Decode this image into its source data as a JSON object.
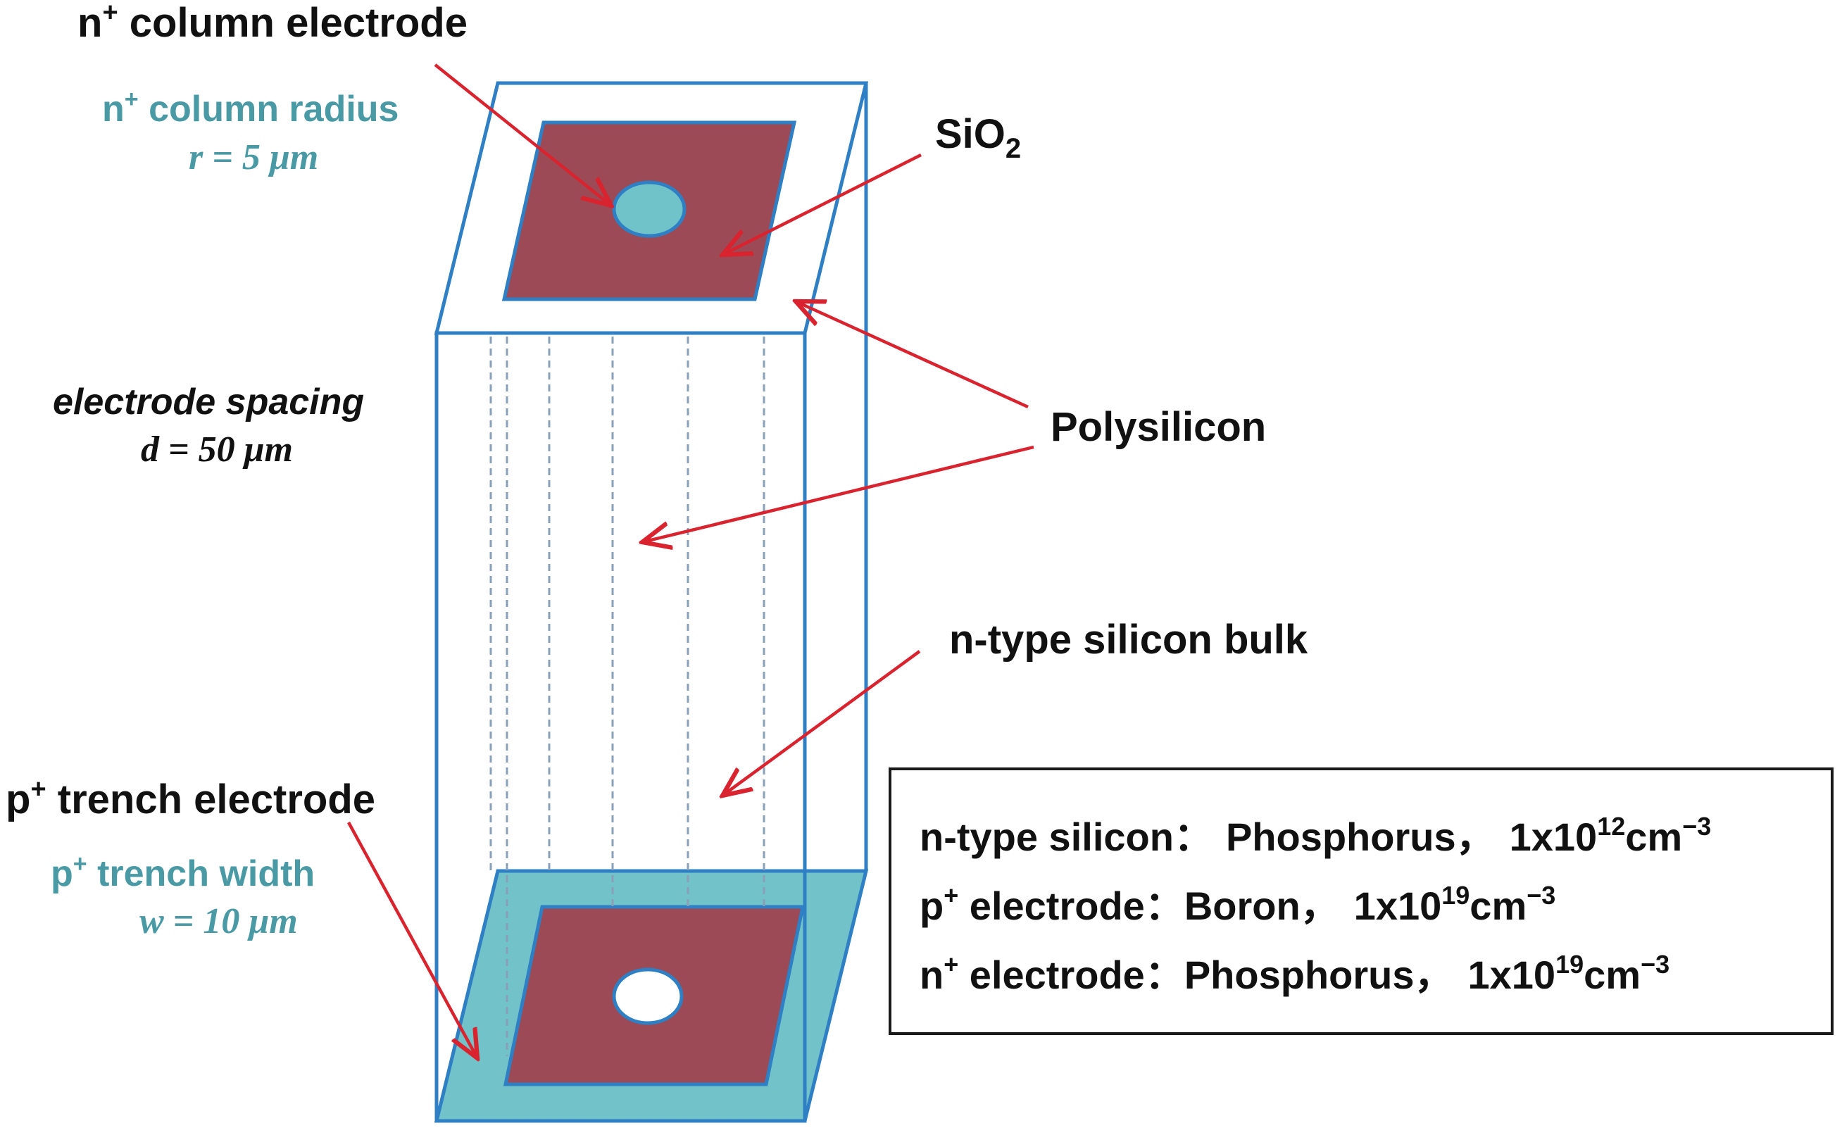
{
  "labels": {
    "n_column_electrode": {
      "main": "n",
      "sup": "+",
      "rest": " column electrode"
    },
    "n_column_radius": {
      "main": "n",
      "sup": "+",
      "rest": " column radius",
      "value": "r = 5  μm"
    },
    "sio2": {
      "main": "SiO",
      "sub": "2"
    },
    "polysilicon": "Polysilicon",
    "electrode_spacing": {
      "title": "electrode spacing",
      "value": "d = 50 μm"
    },
    "n_type_bulk": "n-type silicon bulk",
    "p_trench_electrode": {
      "main": "p",
      "sup": "+",
      "rest": " trench electrode"
    },
    "p_trench_width": {
      "main": "p",
      "sup": "+",
      "rest": " trench width",
      "value": "w = 10 μm"
    }
  },
  "legend": [
    {
      "pre": "n-type silicon",
      "mark": "",
      "material": "Phosphorus，",
      "conc": "1x10",
      "exp": "12",
      "unit": "cm",
      "unit_exp": "−3"
    },
    {
      "pre": "p",
      "mark": "+",
      "pre2": " electrode",
      "material": "Boron，",
      "conc": "1x10",
      "exp": "19",
      "unit": "cm",
      "unit_exp": "−3"
    },
    {
      "pre": "n",
      "mark": "+",
      "pre2": " electrode",
      "material": "Phosphorus，",
      "conc": "1x10",
      "exp": "19",
      "unit": "cm",
      "unit_exp": "−3"
    }
  ],
  "legend_separator": "：",
  "colors": {
    "outline": "#2e7fc4",
    "electrode_fill": "#9b4a56",
    "column_fill": "#6fc3c9",
    "trench_fill": "#72c2c9",
    "arrow": "#d9232e",
    "teal_text": "#4a9aa5",
    "dashed": "#8aa0b8"
  }
}
